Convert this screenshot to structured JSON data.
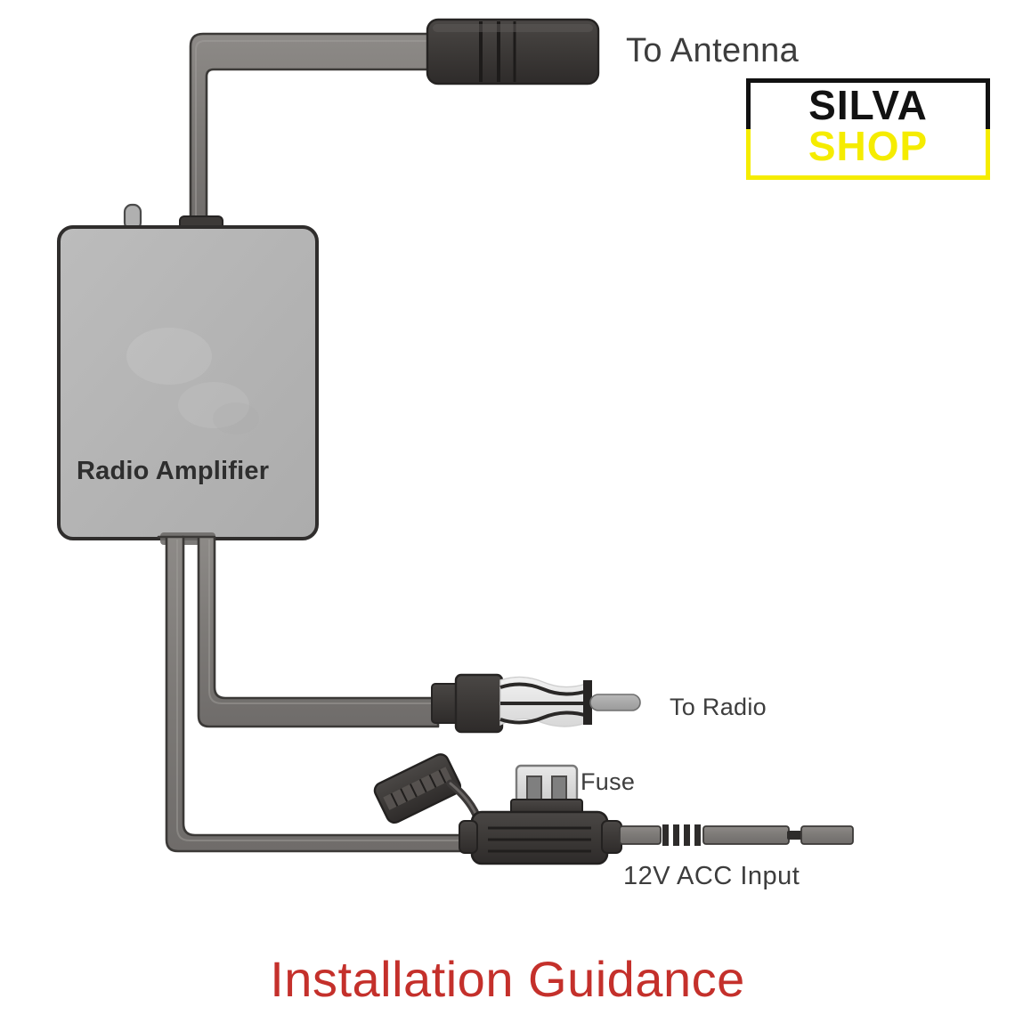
{
  "diagram": {
    "title_caption": "Installation Guidance",
    "caption_color": "#c4302b",
    "background_color": "#ffffff",
    "device": {
      "name": "Radio Amplifier",
      "body_color": "#b4b4b4",
      "border_color": "#2f2f2f"
    },
    "labels": {
      "to_antenna": "To Antenna",
      "to_radio": "To Radio",
      "fuse": "Fuse",
      "power_input": "12V  ACC   Input"
    },
    "cable_color": "#7d7a78",
    "connector_color": "#3e3b3a"
  },
  "logo": {
    "line1": "SILVA",
    "line2": "SHOP",
    "line1_color": "#121212",
    "line2_color": "#f5ec00"
  }
}
